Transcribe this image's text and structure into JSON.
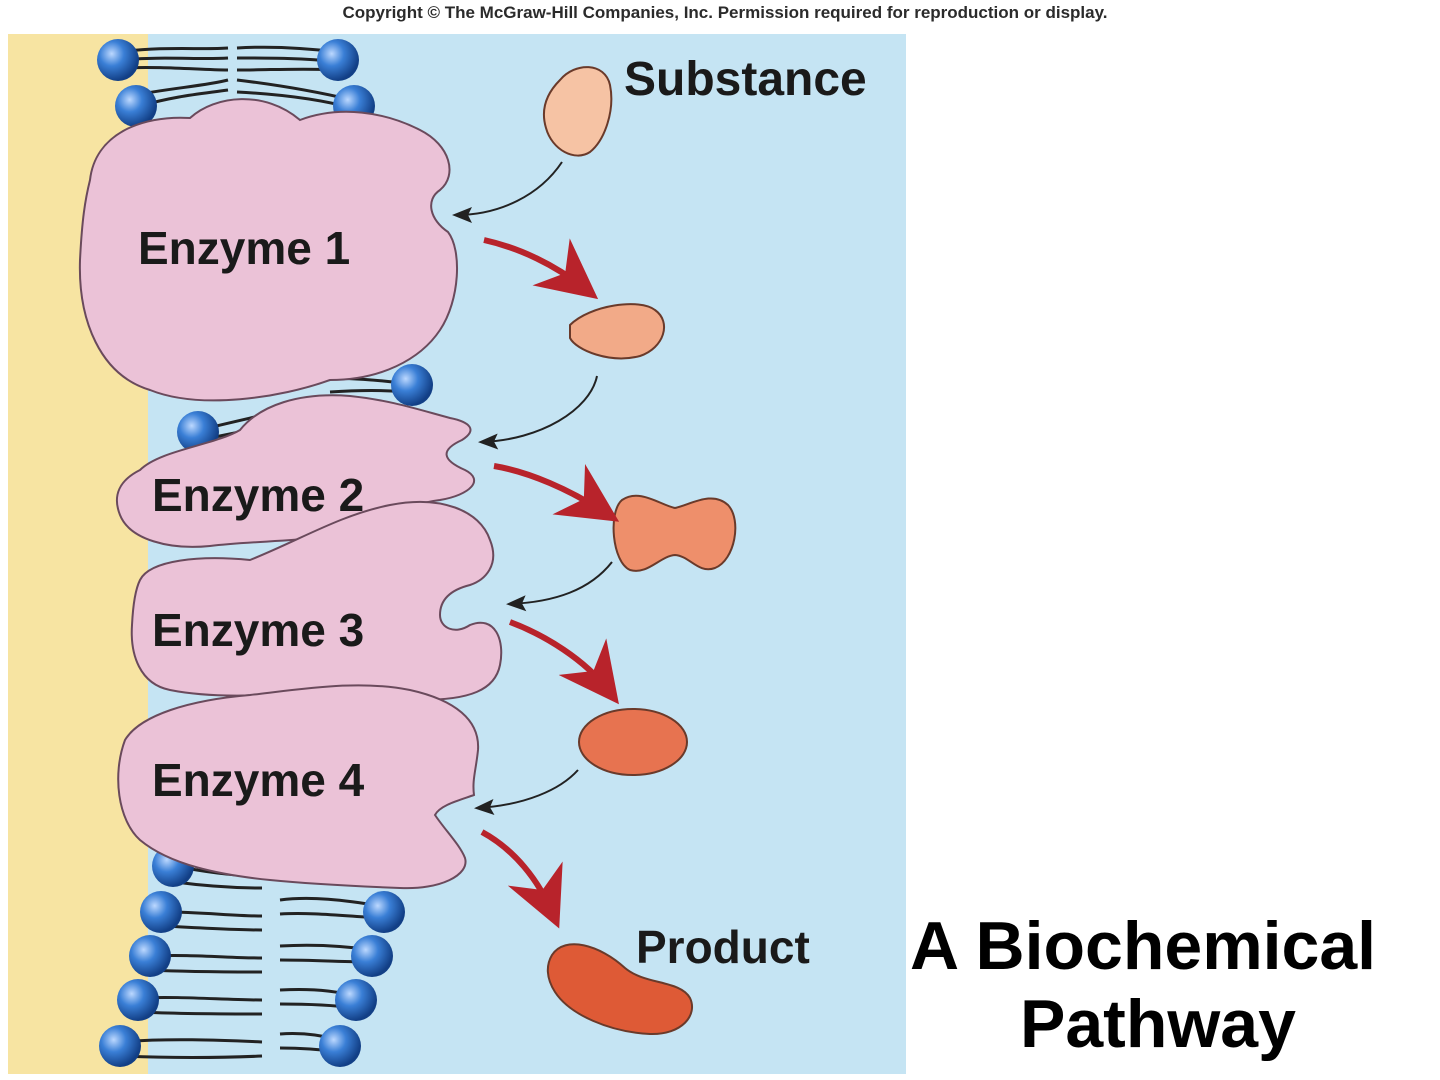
{
  "copyright": "Copyright © The McGraw-Hill Companies, Inc. Permission required for reproduction or display.",
  "labels": {
    "substance": "Substance",
    "product": "Product",
    "enzymes": [
      "Enzyme 1",
      "Enzyme 2",
      "Enzyme 3",
      "Enzyme 4"
    ]
  },
  "title": {
    "line1": "A Biochemical",
    "line2": "Pathway"
  },
  "colors": {
    "membrane_outer": "#f7e4a2",
    "cytoplasm": "#c5e4f3",
    "enzyme_fill": "#ebc2d7",
    "lipid_head": "#1d5fb8",
    "reaction_arrow": "#b8232b",
    "binding_arrow": "#333333",
    "substance_fill": "#f6c3a4",
    "product_fill": "#de5a36"
  }
}
